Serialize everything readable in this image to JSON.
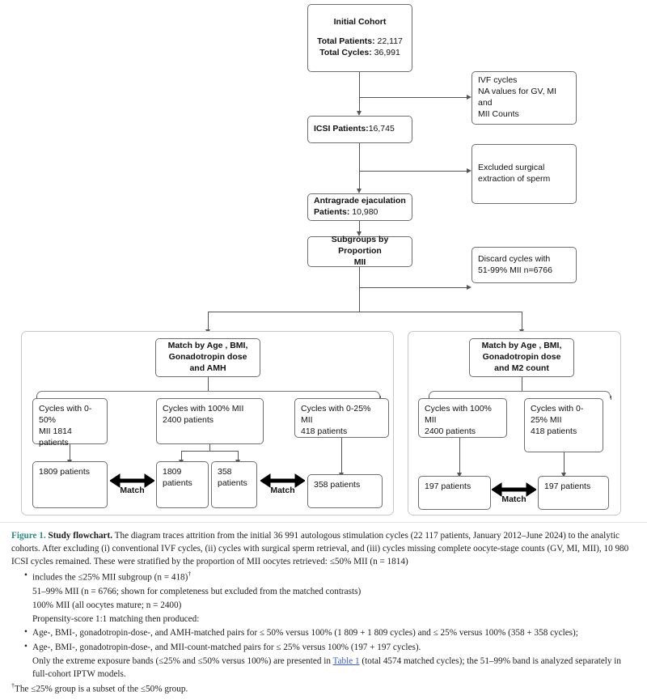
{
  "figure": {
    "label": "Figure 1.",
    "title": "Study flowchart.",
    "accent_color": "#2e8b83",
    "link_color": "#3b5bd4"
  },
  "nodes": {
    "initial_cohort": {
      "title": "Initial Cohort",
      "line1_label": "Total Patients:",
      "line1_value": " 22,117",
      "line2_label": "Total Cycles:",
      "line2_value": " 36,991"
    },
    "icsi": {
      "label": "ICSI Patients:",
      "value": "16,745"
    },
    "antragrade": {
      "line1": "Antragrade ejaculation",
      "line2_label": "Patients:",
      "line2_value": " 10,980"
    },
    "subgroups": {
      "text": "Subgroups by Proportion\nMII"
    },
    "excl_ivf": {
      "text": "IVF cycles\nNA values for GV, MI and\nMII Counts"
    },
    "excl_surgical": {
      "text": "Excluded surgical\nextraction of sperm"
    },
    "excl_discard": {
      "text": "Discard cycles with\n51-99% MII n=6766"
    }
  },
  "left_panel": {
    "match_header": "Match by Age , BMI,\nGonadotropin dose\nand AMH",
    "cohorts": [
      {
        "name": "cycles-0-50",
        "text": "Cycles with 0-50%\nMII 1814 patients"
      },
      {
        "name": "cycles-100",
        "text": "Cycles with 100% MII\n2400 patients"
      },
      {
        "name": "cycles-0-25",
        "text": "Cycles with 0-25% MII\n418 patients"
      }
    ],
    "matched": [
      {
        "name": "matched-1809-left",
        "text": "1809 patients"
      },
      {
        "name": "matched-1809-right",
        "text": "1809 patients"
      },
      {
        "name": "matched-358-mid",
        "text": "358 patients"
      },
      {
        "name": "matched-358-right",
        "text": "358 patients"
      }
    ],
    "match_arrow_label_1": "Match",
    "match_arrow_label_2": "Match"
  },
  "right_panel": {
    "match_header": "Match by Age , BMI,\nGonadotropin dose\nand M2 count",
    "cohorts": [
      {
        "name": "cycles-100",
        "text": "Cycles with 100% MII\n2400 patients"
      },
      {
        "name": "cycles-0-25",
        "text": "Cycles with 0-25% MII\n418 patients"
      }
    ],
    "matched": [
      {
        "name": "matched-197-left",
        "text": "197 patients"
      },
      {
        "name": "matched-197-right",
        "text": "197 patients"
      }
    ],
    "match_arrow_label": "Match"
  },
  "caption": {
    "body_1": " The diagram traces attrition from the initial 36 991 autologous stimulation cycles (22 117 patients, January 2012–June 2024) to the analytic cohorts. After excluding (i) conventional IVF cycles, (ii) cycles with surgical sperm retrieval, and (iii) cycles missing complete oocyte-stage counts (GV, MI, MII), 10 980 ICSI cycles remained. These were stratified by the proportion of MII oocytes retrieved: ≤50% MII (n = 1814)",
    "item_1": "includes the ≤25% MII subgroup (n = 418)",
    "item_1_dagger": "†",
    "item_2": "51–99% MII (n = 6766; shown for completeness but excluded from the matched contrasts)",
    "item_3": "100% MII (all oocytes mature; n = 2400)",
    "item_4": "Propensity-score 1:1 matching then produced:",
    "item_5": "Age-, BMI-, gonadotropin-dose-, and AMH-matched pairs for ≤ 50% versus 100% (1 809 + 1 809 cycles) and ≤ 25% versus 100% (358 + 358 cycles);",
    "item_6": "Age-, BMI-, gonadotropin-dose-, and MII-count-matched pairs for ≤ 25% versus 100% (197 + 197 cycles).",
    "item_7_a": "Only the extreme exposure bands (≤25% and ≤50% versus 100%) are presented in ",
    "item_7_link": "Table 1",
    "item_7_b": " (total 4574 matched cycles); the 51–99% band is analyzed separately in full-cohort IPTW models.",
    "footnote_dagger": "†",
    "footnote": "The ≤25% group is a subset of the ≤50% group."
  }
}
